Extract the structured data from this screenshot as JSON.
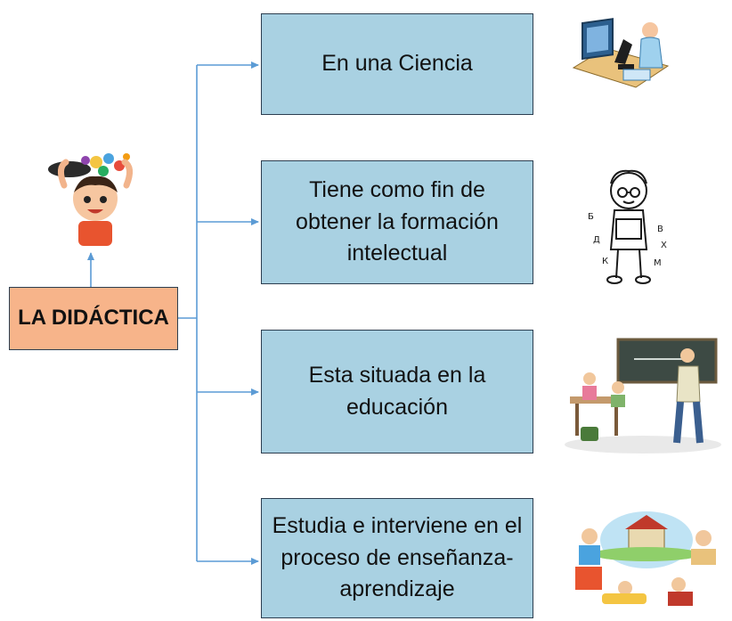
{
  "root": {
    "label": "LA DIDÁCTICA",
    "fill": "#f7b48a"
  },
  "branches": [
    {
      "label": "En una Ciencia",
      "image": "scientist-microscope-icon"
    },
    {
      "label": "Tiene como fin de obtener la formación intelectual",
      "image": "boy-with-letters-icon"
    },
    {
      "label": "Esta situada en la educación",
      "image": "classroom-teacher-icon"
    },
    {
      "label": "Estudia e interviene en el proceso de enseñanza-aprendizaje",
      "image": "children-school-icon"
    }
  ],
  "root_image": "child-ideas-head-icon",
  "colors": {
    "branch_fill": "#a9d1e2",
    "connector": "#5b9bd5",
    "border": "#2c3e50"
  }
}
